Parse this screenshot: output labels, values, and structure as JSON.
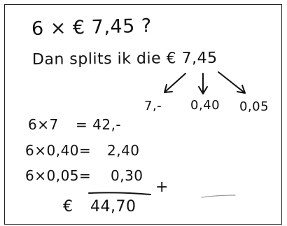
{
  "lines": {
    "question": "6 × € 7,45 ?",
    "split": "Dan splits ik die € 7,45"
  },
  "parts": [
    "7,-",
    "0,40",
    "0,05"
  ],
  "equations": [
    {
      "left": "6×7",
      "right": "= 42,-"
    },
    {
      "left": "6×0,40=",
      "right": "2,40"
    },
    {
      "left": "6×0,05=",
      "right": "0,30"
    }
  ],
  "sum": {
    "operator": "+",
    "currency": "€",
    "total": "44,70"
  }
}
